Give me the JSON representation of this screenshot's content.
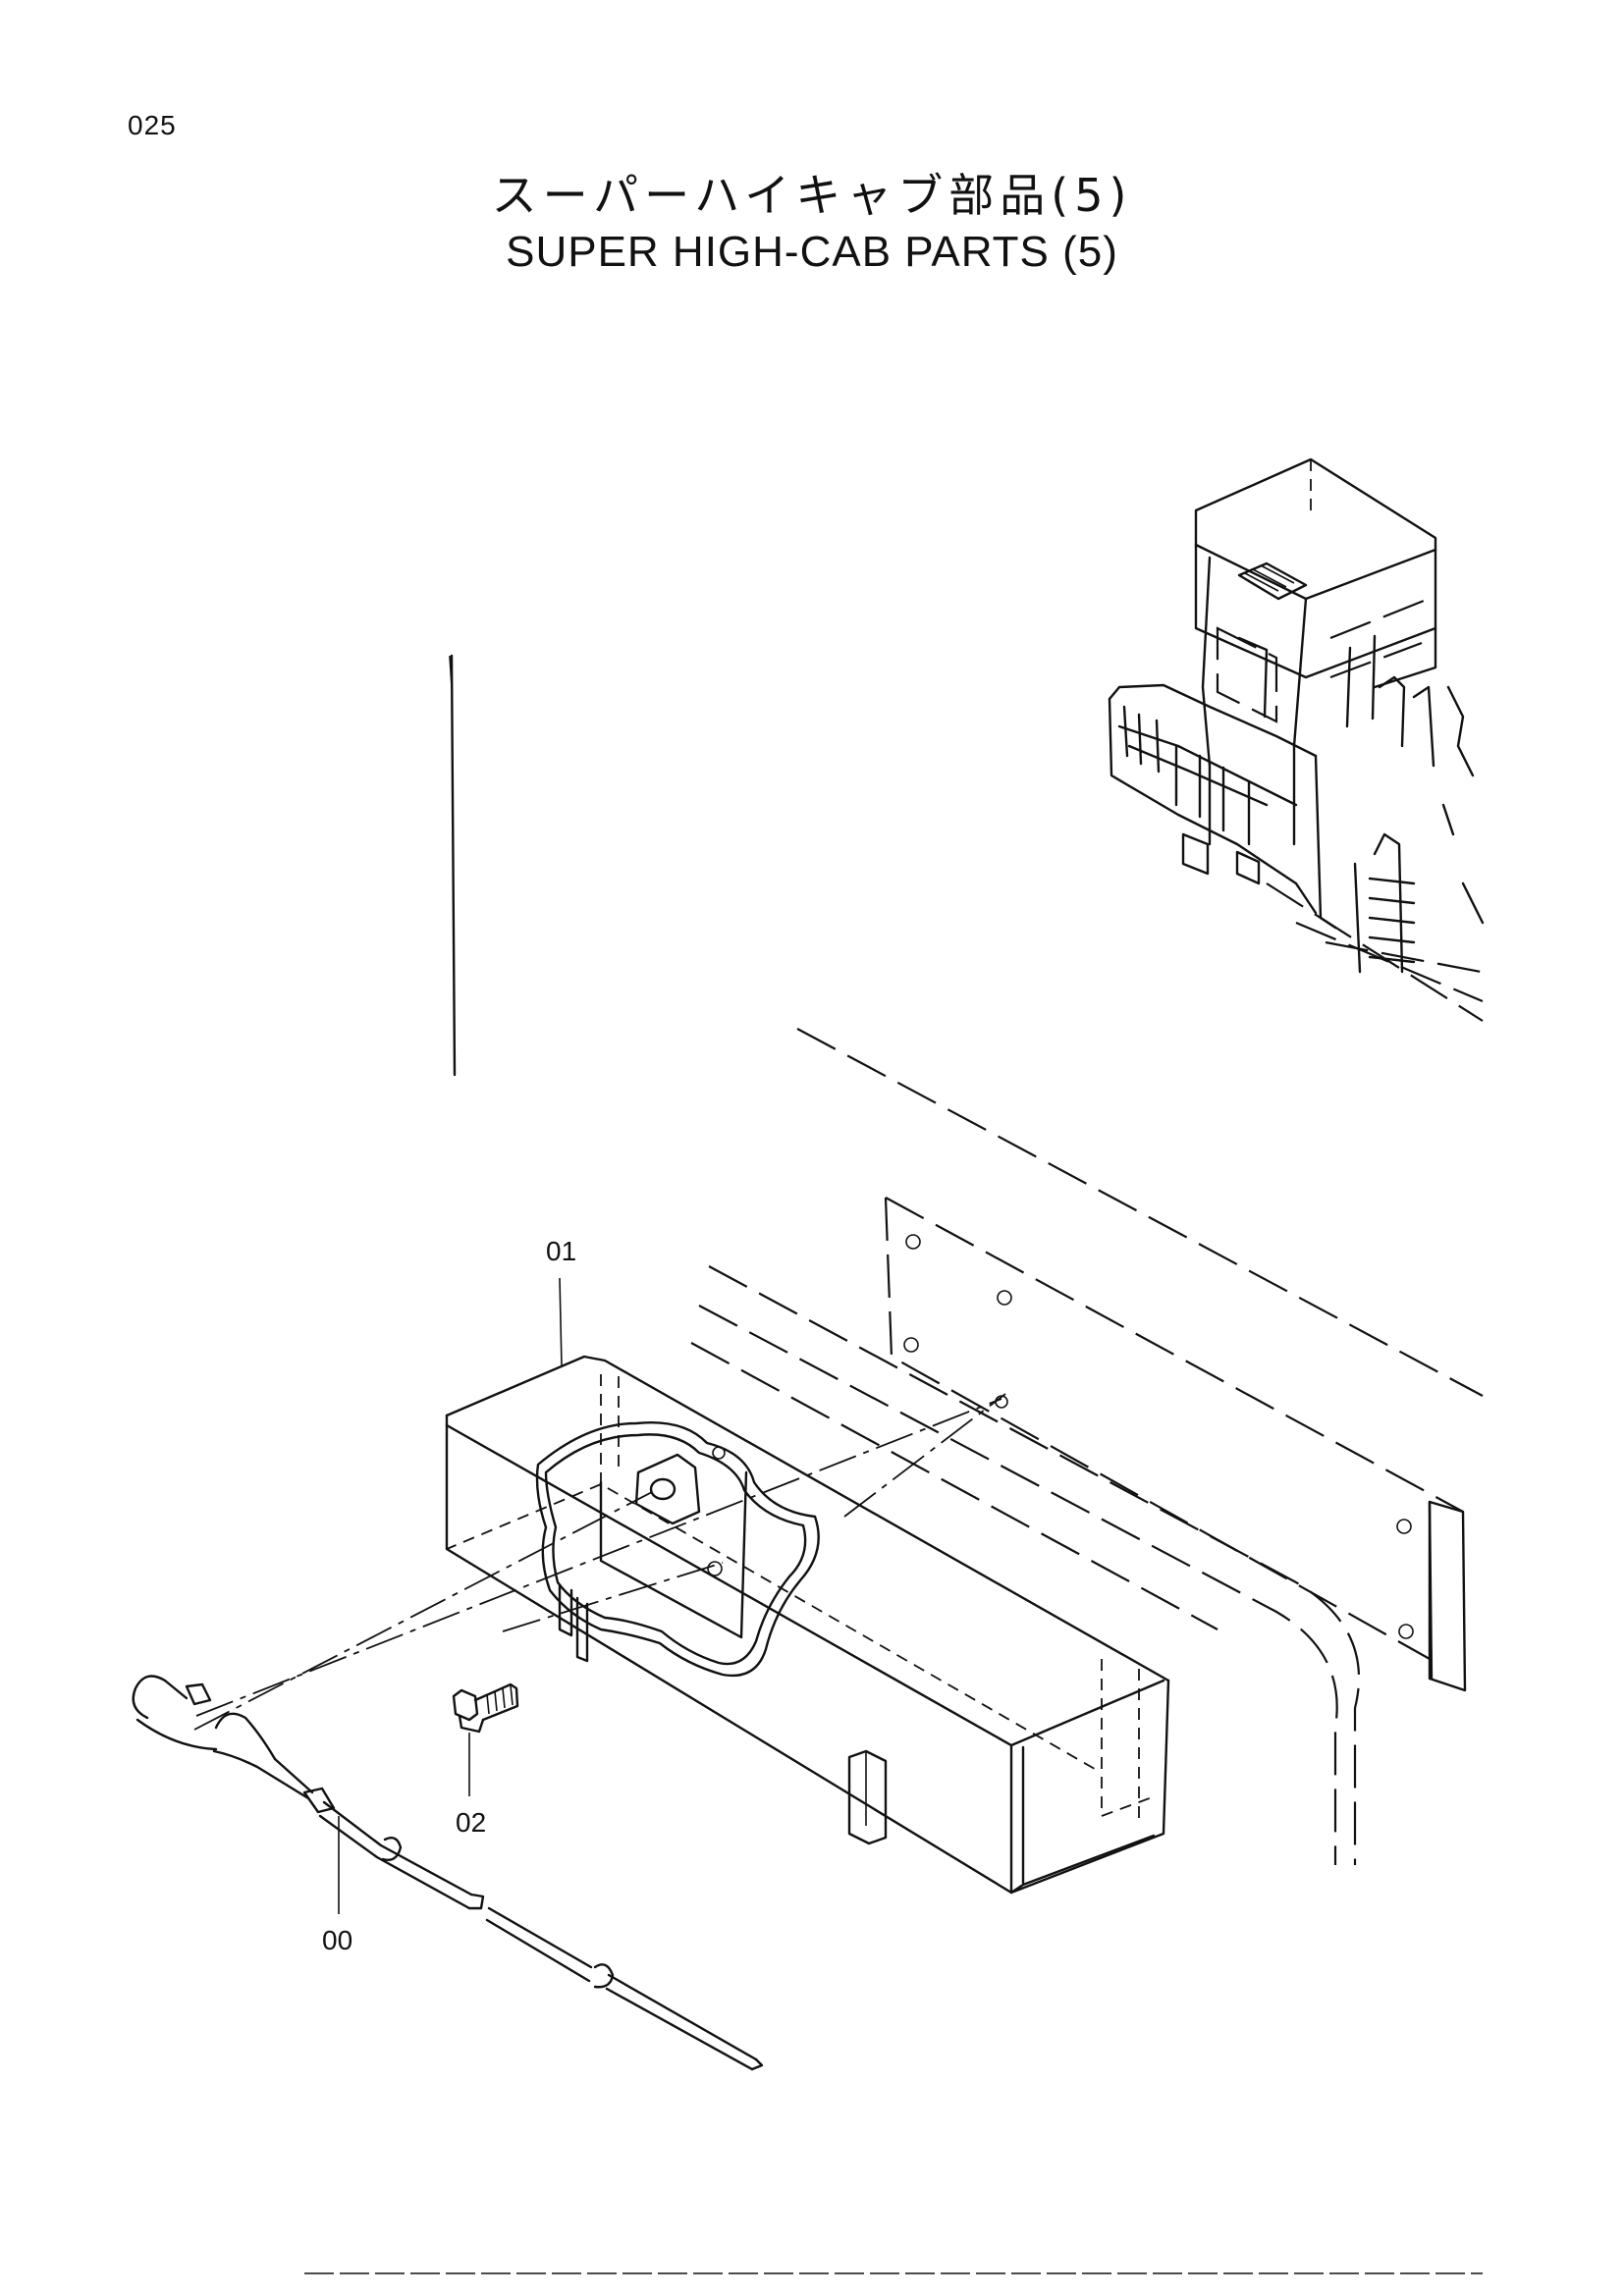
{
  "page": {
    "number": "025",
    "title_ja": "スーパーハイキャブ部品(5)",
    "title_en": "SUPER HIGH-CAB PARTS (5)"
  },
  "callouts": [
    {
      "id": "01"
    },
    {
      "id": "02"
    },
    {
      "id": "00"
    }
  ]
}
